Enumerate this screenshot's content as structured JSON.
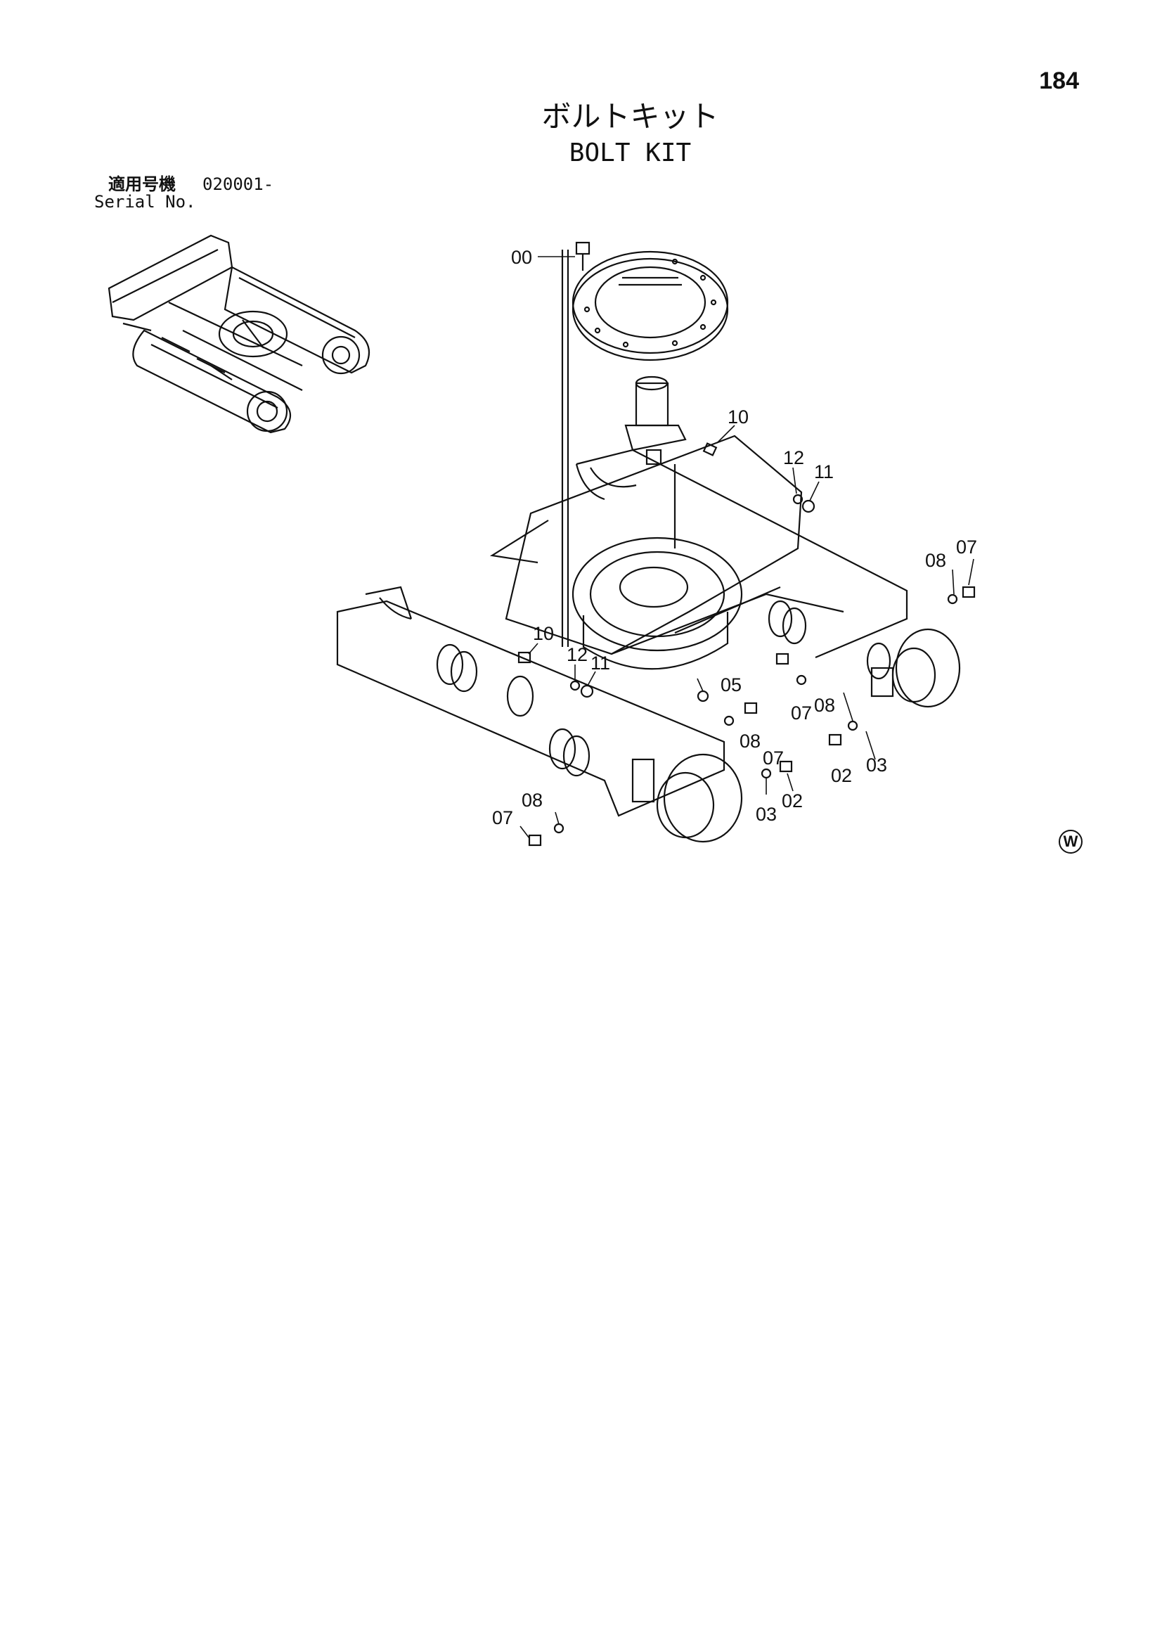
{
  "page_number": "184",
  "title_jp": "ボルトキット",
  "title_en": "BOLT KIT",
  "serial": {
    "label_jp": "適用号機",
    "value": "020001-",
    "label_en": "Serial No."
  },
  "mark": "W",
  "callouts": {
    "c00": "00",
    "c10a": "10",
    "c12a": "12",
    "c11a": "11",
    "c08a": "08",
    "c07a": "07",
    "c10b": "10",
    "c12b": "12",
    "c11b": "11",
    "c05": "05",
    "c07b": "07",
    "c08b": "08",
    "c08c": "08",
    "c07c": "07",
    "c03a": "03",
    "c02a": "02",
    "c02b": "02",
    "c03b": "03",
    "c08d": "08",
    "c07d": "07"
  }
}
